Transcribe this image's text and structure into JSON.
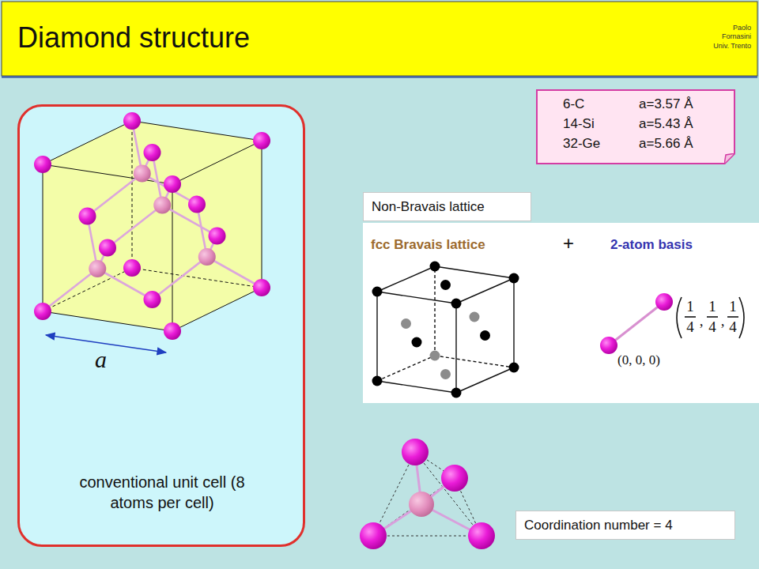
{
  "diagram": {
    "title": "Diamond structure",
    "nodes": [
      {
        "text": [
          "conventional unit cell (8 atoms per cell)"
        ]
      },
      {
        "text": [
          "6-C",
          "a=3.57 Å",
          "14-Si",
          "a=5.43 Å",
          "32-Ge",
          "a=5.66 Å"
        ]
      },
      {
        "text": [
          "Non-Bravais lattice"
        ]
      },
      {
        "text": [
          "fcc Bravais lattice",
          "+",
          "2-atom basis"
        ]
      },
      {
        "text": [
          "Coordination number = 4"
        ]
      }
    ],
    "labels": [
      "Paolo Fornasini Univ. Trento",
      "a",
      "1",
      "4",
      ",",
      "1",
      "4",
      ",",
      "1",
      "4",
      "(0, 0, 0)"
    ]
  }
}
